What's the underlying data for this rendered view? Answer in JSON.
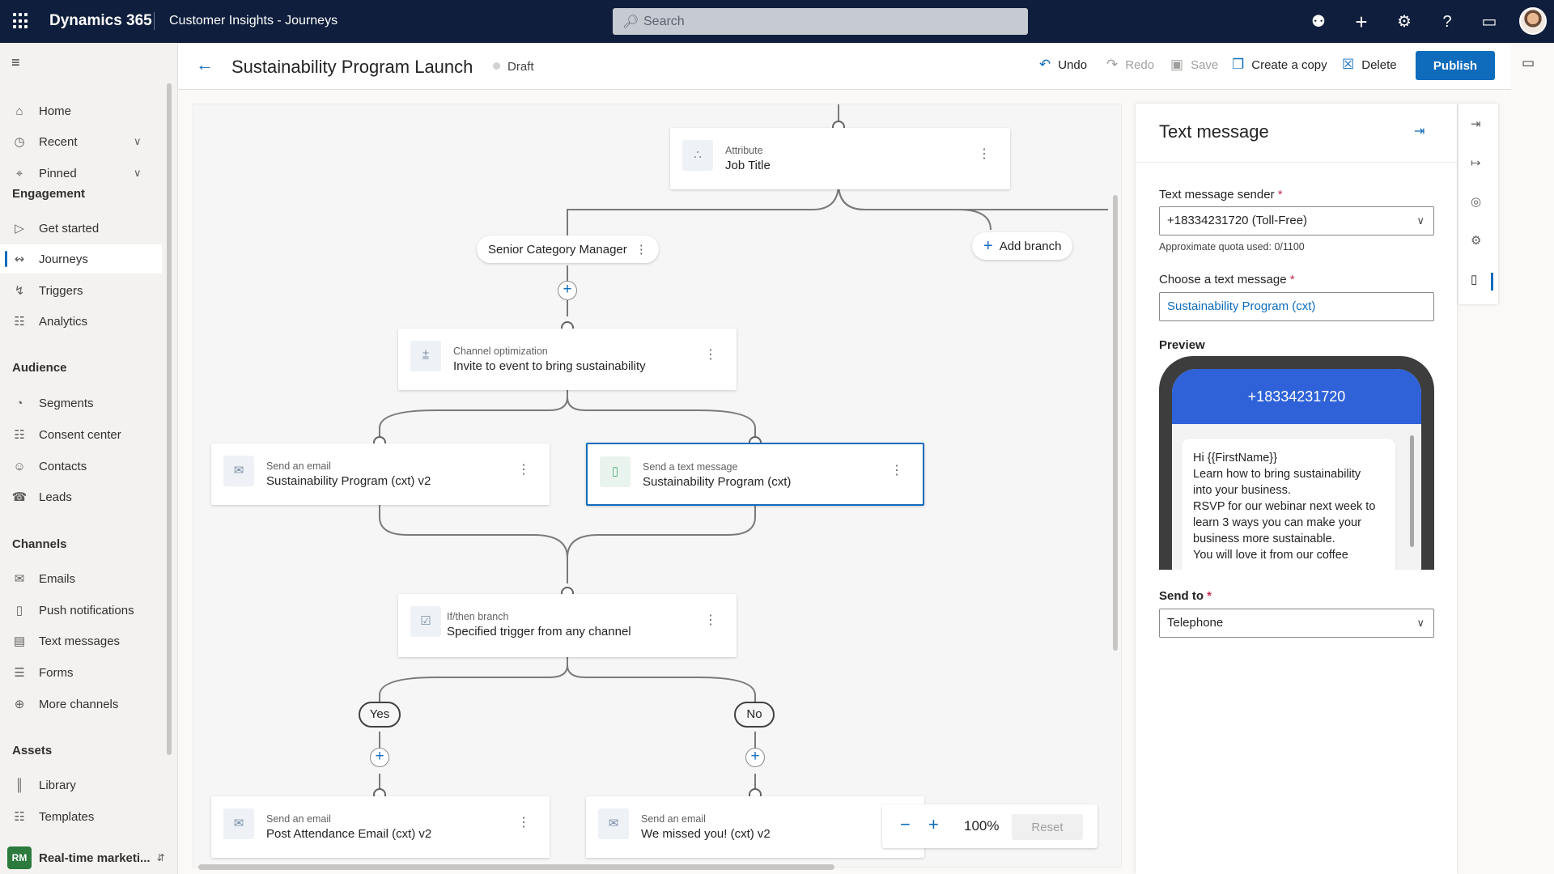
{
  "topbar": {
    "brand": "Dynamics 365",
    "app_name": "Customer Insights - Journeys",
    "search_placeholder": "Search",
    "icons": [
      "lightbulb-icon",
      "plus-icon",
      "gear-icon",
      "help-icon",
      "chat-icon"
    ]
  },
  "nav": {
    "items_top": [
      {
        "label": "Home",
        "icon": "home-icon"
      },
      {
        "label": "Recent",
        "icon": "clock-icon"
      },
      {
        "label": "Pinned",
        "icon": "pin-icon"
      }
    ],
    "engagement": {
      "title": "Engagement",
      "items": [
        {
          "label": "Get started",
          "icon": "play-icon"
        },
        {
          "label": "Journeys",
          "icon": "journey-icon",
          "active": true
        },
        {
          "label": "Triggers",
          "icon": "trigger-icon"
        },
        {
          "label": "Analytics",
          "icon": "analytics-icon"
        }
      ]
    },
    "audience": {
      "title": "Audience",
      "items": [
        {
          "label": "Segments",
          "icon": "segments-icon"
        },
        {
          "label": "Consent center",
          "icon": "consent-icon"
        },
        {
          "label": "Contacts",
          "icon": "person-icon"
        },
        {
          "label": "Leads",
          "icon": "leads-icon"
        }
      ]
    },
    "channels": {
      "title": "Channels",
      "items": [
        {
          "label": "Emails",
          "icon": "mail-icon"
        },
        {
          "label": "Push notifications",
          "icon": "push-icon"
        },
        {
          "label": "Text messages",
          "icon": "sms-icon"
        },
        {
          "label": "Forms",
          "icon": "form-icon"
        },
        {
          "label": "More channels",
          "icon": "channels-icon"
        }
      ]
    },
    "assets": {
      "title": "Assets",
      "items": [
        {
          "label": "Library",
          "icon": "library-icon"
        },
        {
          "label": "Templates",
          "icon": "template-icon"
        }
      ]
    },
    "area": {
      "badge": "RM",
      "label": "Real-time marketi..."
    }
  },
  "command_bar": {
    "title": "Sustainability Program Launch",
    "status": "Draft",
    "undo": "Undo",
    "redo": "Redo",
    "save": "Save",
    "create_copy": "Create a copy",
    "delete": "Delete",
    "publish": "Publish"
  },
  "canvas": {
    "attribute_tile": {
      "subtitle": "Attribute",
      "title": "Job Title"
    },
    "branch_pill": "Senior Category Manager",
    "add_branch": "Add branch",
    "channel_opt_tile": {
      "subtitle": "Channel optimization",
      "title": "Invite to event to bring sustainability"
    },
    "email_tile_1": {
      "subtitle": "Send an email",
      "title": "Sustainability Program (cxt) v2"
    },
    "sms_tile": {
      "subtitle": "Send a text message",
      "title": "Sustainability Program (cxt)"
    },
    "ifthen_tile": {
      "subtitle": "If/then branch",
      "title": "Specified trigger from any channel"
    },
    "yes_label": "Yes",
    "no_label": "No",
    "email_tile_2": {
      "subtitle": "Send an email",
      "title": "Post Attendance Email (cxt) v2"
    },
    "email_tile_3": {
      "subtitle": "Send an email",
      "title": "We missed you! (cxt) v2"
    },
    "zoom": {
      "level": "100%",
      "reset": "Reset"
    }
  },
  "panel": {
    "title": "Text message",
    "sender_label": "Text message sender",
    "sender_value": "+18334231720 (Toll-Free)",
    "quota": "Approximate quota used: 0/1100",
    "message_label": "Choose a text message",
    "message_value": "Sustainability Program (cxt)",
    "preview_label": "Preview",
    "preview_number": "+18334231720",
    "preview_lines": [
      "Hi {{FirstName}}",
      "Learn how to bring sustainability",
      "into your business.",
      "RSVP for our webinar next week to",
      "learn 3 ways you can make your",
      "business more sustainable.",
      "You will love it from our coffee"
    ],
    "send_to_label": "Send to",
    "send_to_value": "Telephone"
  },
  "colors": {
    "accent": "#0f6cbd",
    "topbar": "#0f1e3c",
    "phone_header": "#2f62d8",
    "area_badge": "#2c7a3d"
  }
}
